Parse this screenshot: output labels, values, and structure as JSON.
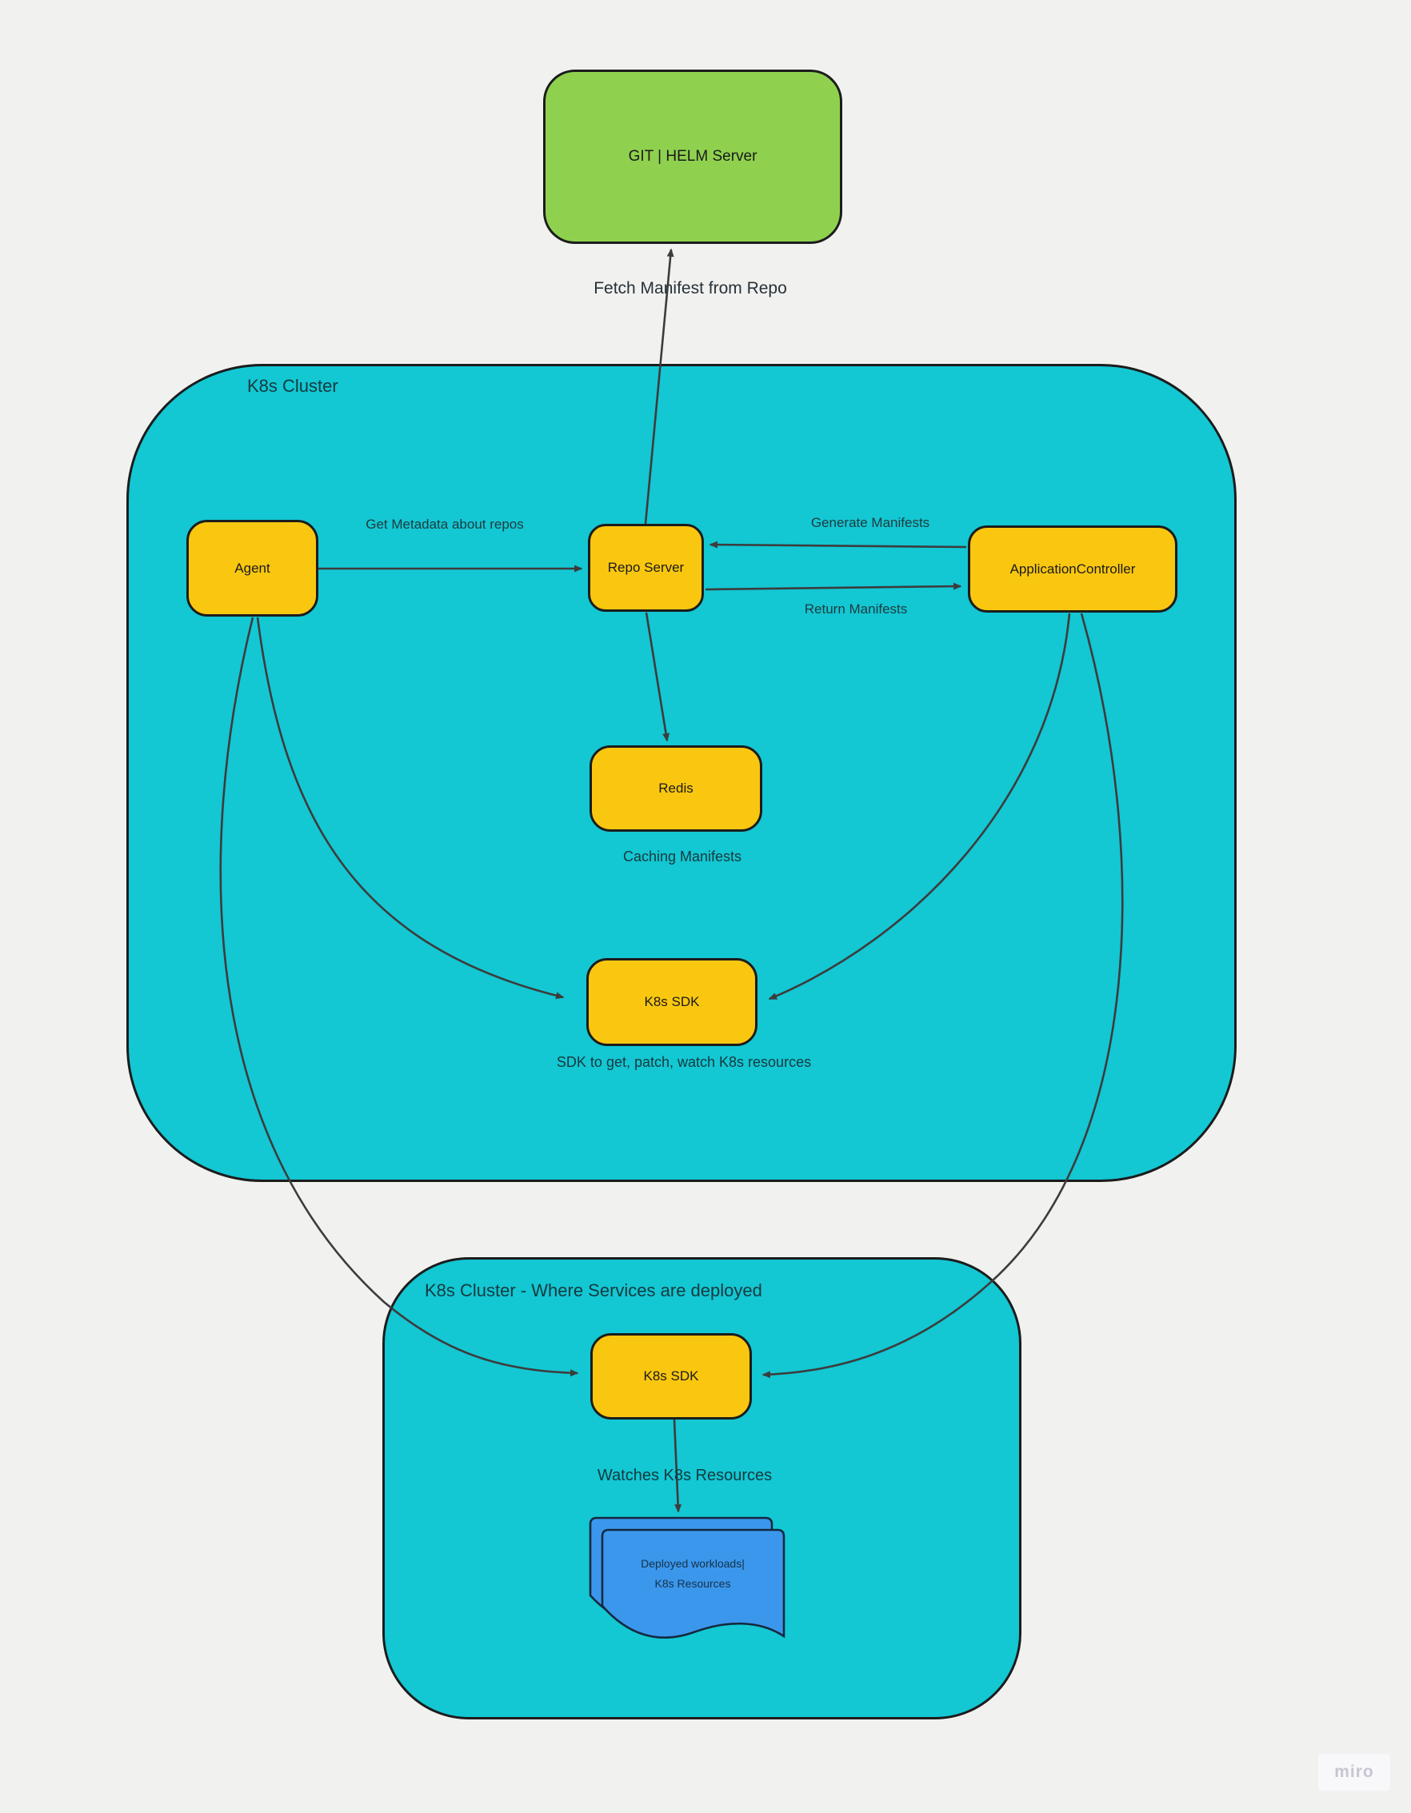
{
  "board": {
    "background_color": "#F1F1F0",
    "watermark": "miro"
  },
  "colors": {
    "cluster_fill": "#13C7D3",
    "node_fill": "#FAC710",
    "git_fill": "#8FD14F",
    "document_fill": "#3B97EC",
    "edge_stroke": "#3C3C3C",
    "border": "#1C1C1C"
  },
  "clusters": {
    "main": {
      "label": "K8s Cluster"
    },
    "deploy": {
      "label": "K8s Cluster - Where Services are deployed"
    }
  },
  "nodes": {
    "git": {
      "label": "GIT | HELM Server"
    },
    "agent": {
      "label": "Agent"
    },
    "repo_server": {
      "label": "Repo Server"
    },
    "application_controller": {
      "label": "ApplicationController"
    },
    "redis": {
      "label": "Redis"
    },
    "k8s_sdk_main": {
      "label": "K8s SDK"
    },
    "k8s_sdk_deploy": {
      "label": "K8s SDK"
    },
    "deployed_workloads": {
      "label_line1": "Deployed workloads|",
      "label_line2": "K8s Resources"
    }
  },
  "edge_labels": {
    "fetch_manifest": "Fetch Manifest from Repo",
    "get_metadata": "Get Metadata about repos",
    "generate_manifests": "Generate Manifests",
    "return_manifests": "Return Manifests",
    "caching_manifests": "Caching Manifests",
    "sdk_caption": "SDK to get, patch, watch K8s resources",
    "watches_resources": "Watches K8s Resources"
  }
}
